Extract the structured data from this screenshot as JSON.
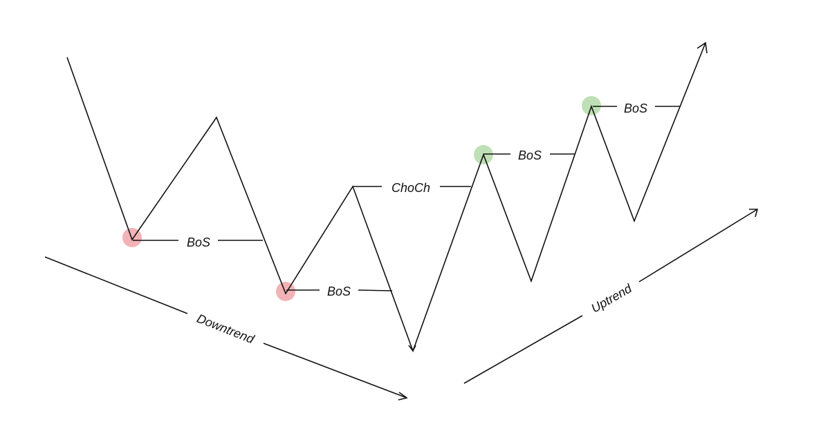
{
  "labels": {
    "bos_1": "BoS",
    "bos_2": "BoS",
    "choch": "ChoCh",
    "bos_3": "BoS",
    "bos_4": "BoS",
    "downtrend": "Downtrend",
    "uptrend": "Uptrend"
  },
  "colors": {
    "bearish_marker": "#f2b3b6",
    "bullish_marker": "#bfe0b6",
    "line": "#111111",
    "background": "#ffffff"
  }
}
